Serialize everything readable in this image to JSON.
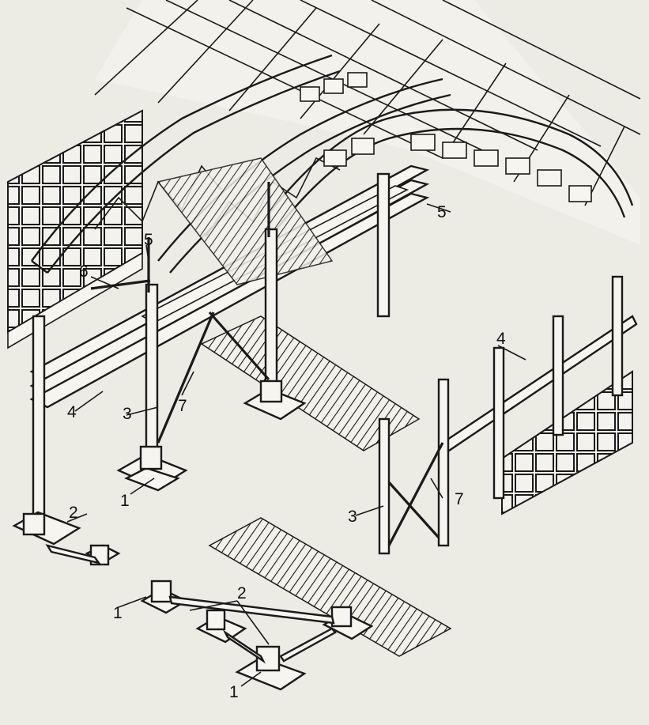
{
  "figure": {
    "colors": {
      "ink": "#1a1a1a",
      "paper": "#ecebe4",
      "member_fill": "#f6f5ef"
    },
    "labels": {
      "l1_a": "1",
      "l1_b": "1",
      "l1_c": "1",
      "l2_a": "2",
      "l2_b": "2",
      "l3_a": "3",
      "l3_b": "3",
      "l4_a": "4",
      "l4_b": "4",
      "l5_a": "5",
      "l5_b": "5",
      "l6_a": "6",
      "l7_a": "7",
      "l7_b": "7"
    }
  }
}
